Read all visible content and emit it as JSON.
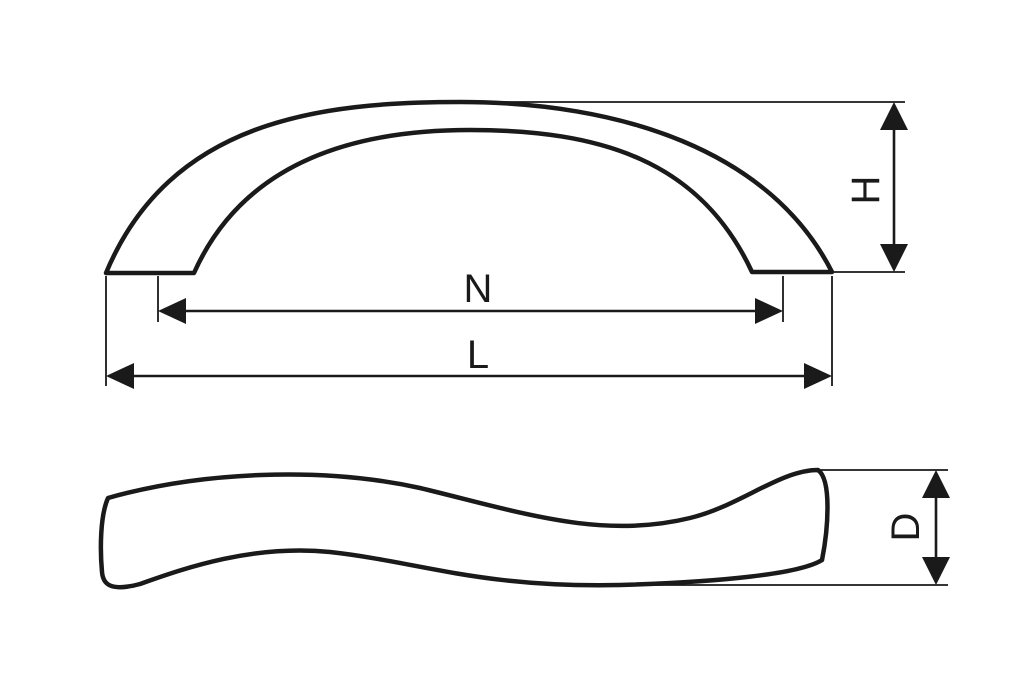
{
  "dimensions": {
    "height_label": "H",
    "hole_spacing_label": "N",
    "length_label": "L",
    "depth_label": "D"
  }
}
